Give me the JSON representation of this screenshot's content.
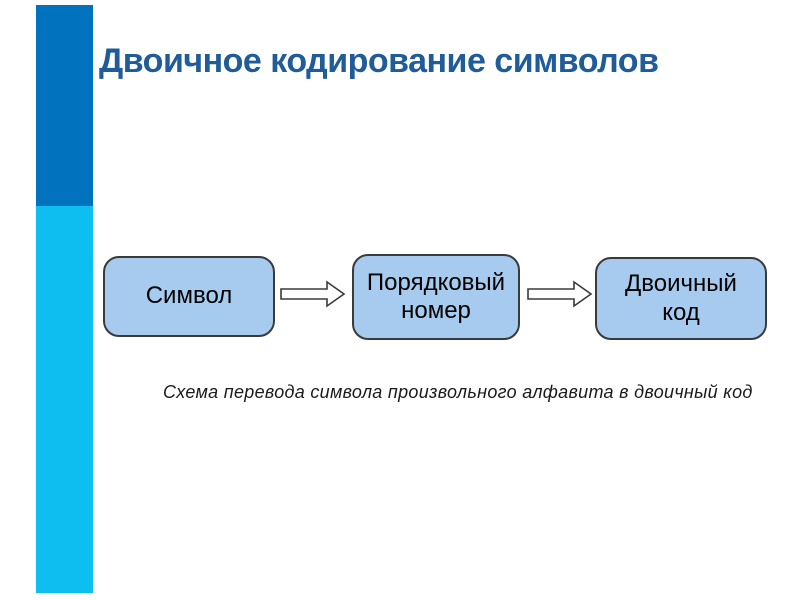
{
  "slide": {
    "title": "Двоичное кодирование символов",
    "caption": "Схема перевода символа произвольного алфавита в двоичный код",
    "colors": {
      "title_color": "#1F5C99",
      "sidebar_top": "#0072BE",
      "sidebar_bottom": "#0FBEF0",
      "box_fill": "#A6CBEF",
      "box_border": "#3A3A3A",
      "arrow_fill": "#FFFFFF",
      "arrow_stroke": "#3A3A3A"
    },
    "diagram": {
      "boxes": [
        {
          "label": "Символ"
        },
        {
          "label": "Порядковый\nномер"
        },
        {
          "label": "Двоичный\nкод"
        }
      ],
      "connector_icon": "arrow-right-icon"
    }
  }
}
